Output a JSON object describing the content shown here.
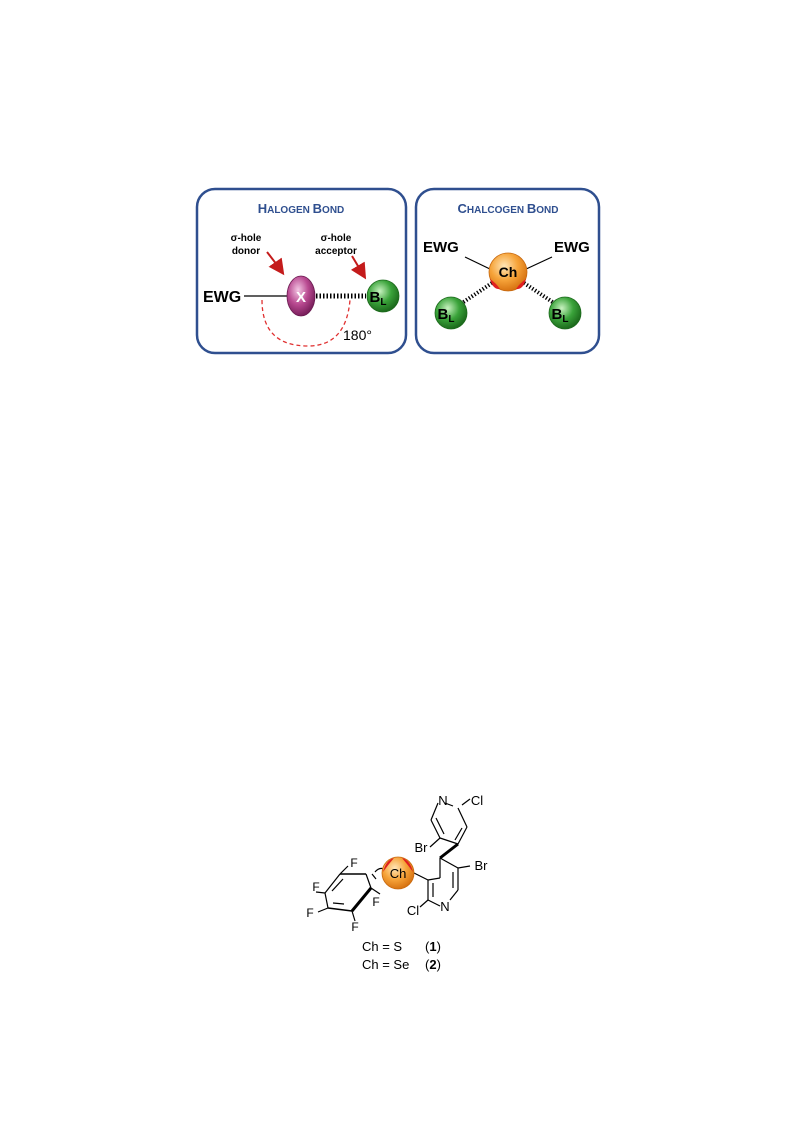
{
  "halogen_panel": {
    "title_first": "H",
    "title_rest": "ALOGEN",
    "title_first2": "B",
    "title_rest2": "OND",
    "donor_label_line1": "σ-hole",
    "donor_label_line2": "donor",
    "acceptor_label_line1": "σ-hole",
    "acceptor_label_line2": "acceptor",
    "ewg": "EWG",
    "x_atom": "X",
    "base_main": "B",
    "base_sub": "L",
    "angle": "180°"
  },
  "chalcogen_panel": {
    "title_first": "C",
    "title_rest": "HALCOGEN",
    "title_first2": "B",
    "title_rest2": "OND",
    "ewg_left": "EWG",
    "ewg_right": "EWG",
    "ch_atom": "Ch",
    "base_main": "B",
    "base_sub": "L"
  },
  "molecule": {
    "ch_atom": "Ch",
    "f_labels": [
      "F",
      "F",
      "F",
      "F",
      "F"
    ],
    "n_top": "N",
    "cl_top": "Cl",
    "br_left": "Br",
    "br_right": "Br",
    "cl_bottom": "Cl",
    "n_bottom": "N",
    "legend": [
      {
        "text": "Ch = S",
        "num": "1"
      },
      {
        "text": "Ch = Se",
        "num": "2"
      }
    ]
  },
  "colors": {
    "panel_border": "#2f4f8f",
    "title": "#2f4f8f",
    "x_atom": "#a0307a",
    "base_green": "#2e8b2e",
    "ch_orange": "#f39a2a",
    "sigma_hole_red": "#e02020",
    "angle_arc": "#e03030"
  }
}
